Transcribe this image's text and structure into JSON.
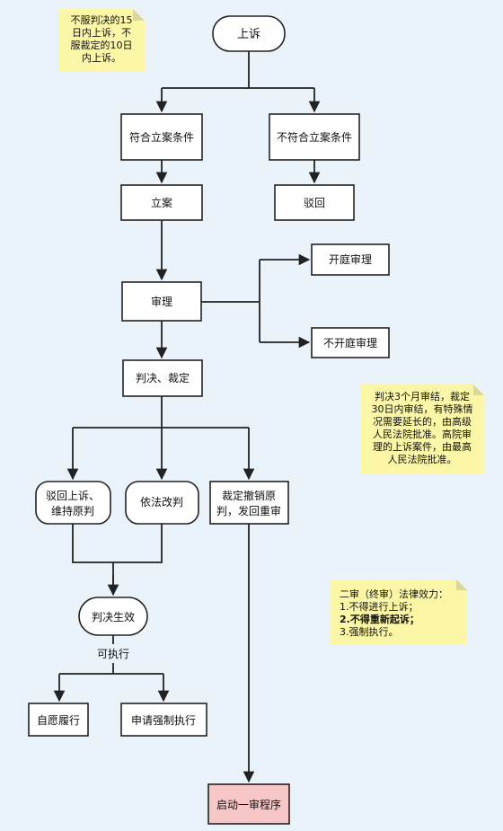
{
  "colors": {
    "background": "#eaf3fa",
    "box_fill": "#ffffff",
    "box_border": "#222222",
    "terminal_fill": "#f7c6c6",
    "note_fill": "#fbf7a6"
  },
  "nodes": {
    "appeal": "上诉",
    "meets_conditions": "符合立案条件",
    "not_meets_conditions": "不符合立案条件",
    "file_case": "立案",
    "reject": "驳回",
    "trial": "审理",
    "open_trial": "开庭审理",
    "no_open_trial": "不开庭审理",
    "judgment_ruling": "判决、裁定",
    "uphold_line1": "驳回上诉、",
    "uphold_line2": "维持原判",
    "amend_judgment": "依法改判",
    "remand_line1": "裁定撤销原",
    "remand_line2": "判，发回重审",
    "judgment_effective": "判决生效",
    "enforceable": "可执行",
    "voluntary": "自愿履行",
    "compulsory": "申请强制执行",
    "first_instance": "启动一审程序"
  },
  "notes": {
    "deadline": [
      "不服判决的15",
      "日内上诉，不",
      "服裁定的10日",
      "内上诉。"
    ],
    "trial_period": [
      "判决3个月审结，裁定",
      "30日内审结，有特殊情",
      "况需要延长的，由高级",
      "人民法院批准。高院审",
      "理的上诉案件，由最高",
      "人民法院批准。"
    ],
    "effect_title": "二审（终审）法律效力：",
    "effect_items": [
      "1.不得进行上诉；",
      "2.不得重新起诉；",
      "3.强制执行。"
    ]
  }
}
